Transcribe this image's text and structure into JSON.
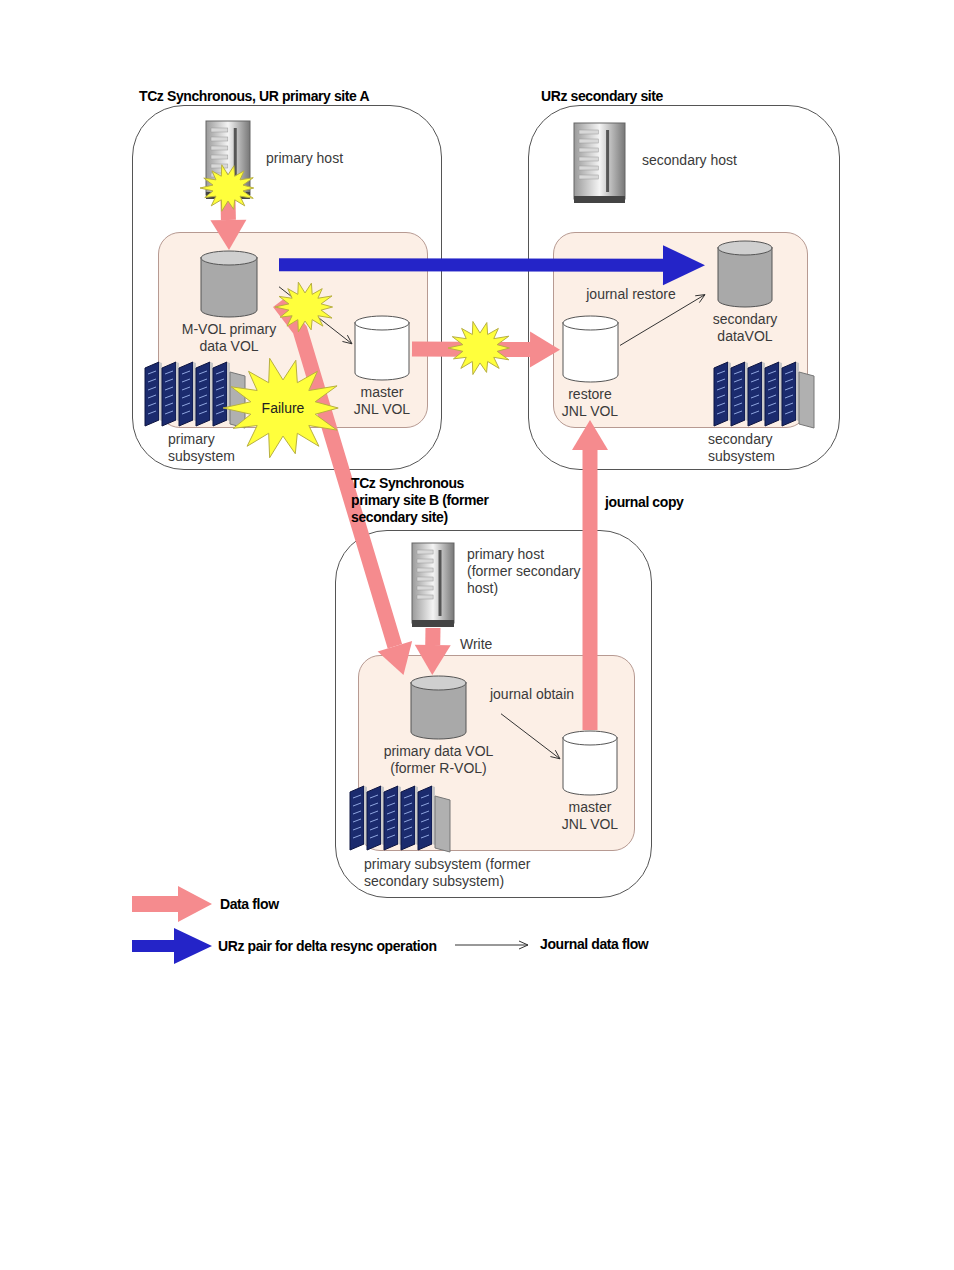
{
  "diagram": {
    "nodes": [
      {
        "text": [
          "TCz Synchronous, UR primary site A"
        ]
      },
      {
        "text": [
          "primary host"
        ],
        "in": 0
      },
      {
        "text": [
          "primary subsystem"
        ],
        "in": 0
      },
      {
        "text": [
          "M-VOL primary data VOL"
        ],
        "in": 2
      },
      {
        "text": [
          "master JNL VOL"
        ],
        "in": 2
      },
      {
        "text": [
          "URz secondary site"
        ]
      },
      {
        "text": [
          "secondary host"
        ],
        "in": 5
      },
      {
        "text": [
          "secondary subsystem"
        ],
        "in": 5
      },
      {
        "text": [
          "restore JNL VOL"
        ],
        "in": 7
      },
      {
        "text": [
          "secondary dataVOL"
        ],
        "in": 7
      },
      {
        "text": [
          "TCz Synchronous primary site B (former secondary site)"
        ]
      },
      {
        "text": [
          "primary host (former secondary host)"
        ],
        "in": 10
      },
      {
        "text": [
          "primary subsystem (former secondary subsystem)"
        ],
        "in": 10
      },
      {
        "text": [
          "primary data VOL (former R-VOL)"
        ],
        "in": 12
      },
      {
        "text": [
          "master JNL VOL"
        ],
        "in": 12
      }
    ],
    "edges": [
      {
        "from": 1,
        "to": 3,
        "arrow": "to"
      },
      {
        "from": 3,
        "to": 9,
        "arrow": "to"
      },
      {
        "from": 3,
        "to": 4,
        "arrow": "to"
      },
      {
        "from": 4,
        "to": 8,
        "arrow": "to"
      },
      {
        "from": 8,
        "to": 9,
        "label": "journal restore",
        "arrow": "to"
      },
      {
        "from": 3,
        "to": 13,
        "arrow": "to"
      },
      {
        "from": 11,
        "to": 13,
        "label": "Write",
        "arrow": "to"
      },
      {
        "from": 13,
        "to": 14,
        "label": "journal obtain",
        "arrow": "to"
      },
      {
        "from": 14,
        "to": 8,
        "label": "journal copy",
        "arrow": "to"
      }
    ],
    "labels": [
      "Failure"
    ],
    "legend": [
      {
        "text": "Data flow"
      },
      {
        "text": "URz pair for delta resync operation"
      },
      {
        "text": "Journal data flow"
      }
    ]
  }
}
